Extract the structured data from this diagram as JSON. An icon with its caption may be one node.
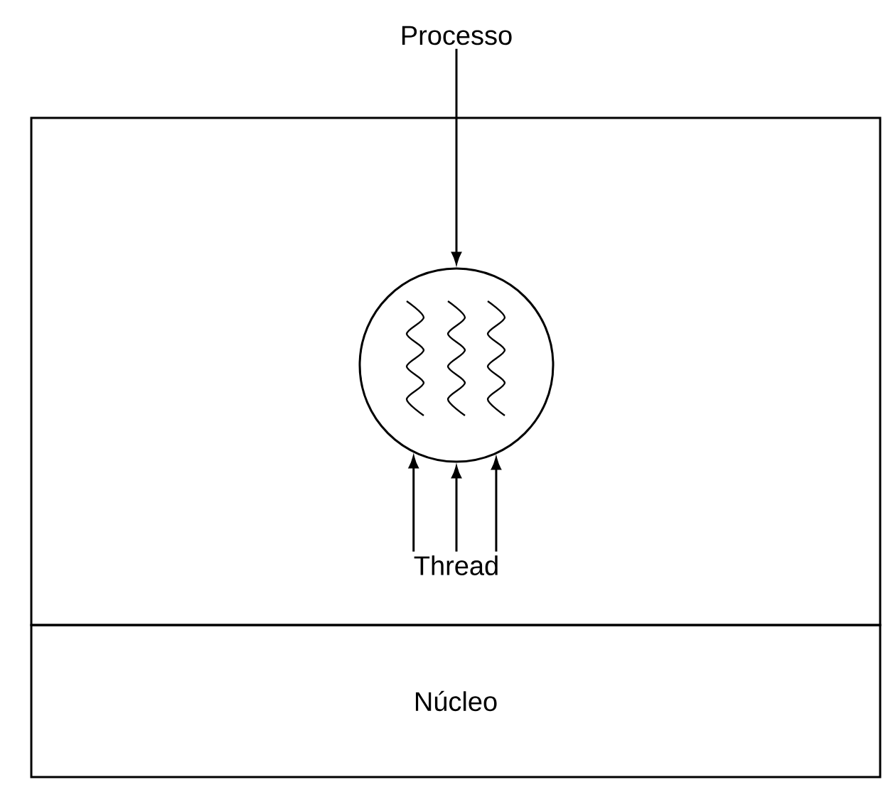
{
  "diagram": {
    "nodes": [
      {
        "text": [
          "Processo"
        ]
      },
      {
        "text": [],
        "shape": "box"
      },
      {
        "text": [],
        "shape": "circle",
        "in": 1
      },
      {
        "text": [
          "Thread"
        ],
        "in": 1
      },
      {
        "text": [
          "Núcleo"
        ]
      }
    ],
    "edges": [
      {
        "from": 0,
        "to": 2,
        "arrow": "to"
      },
      {
        "from": 3,
        "to": 2,
        "arrow": "to"
      },
      {
        "from": 3,
        "to": 2,
        "arrow": "to"
      },
      {
        "from": 3,
        "to": 2,
        "arrow": "to"
      }
    ]
  }
}
